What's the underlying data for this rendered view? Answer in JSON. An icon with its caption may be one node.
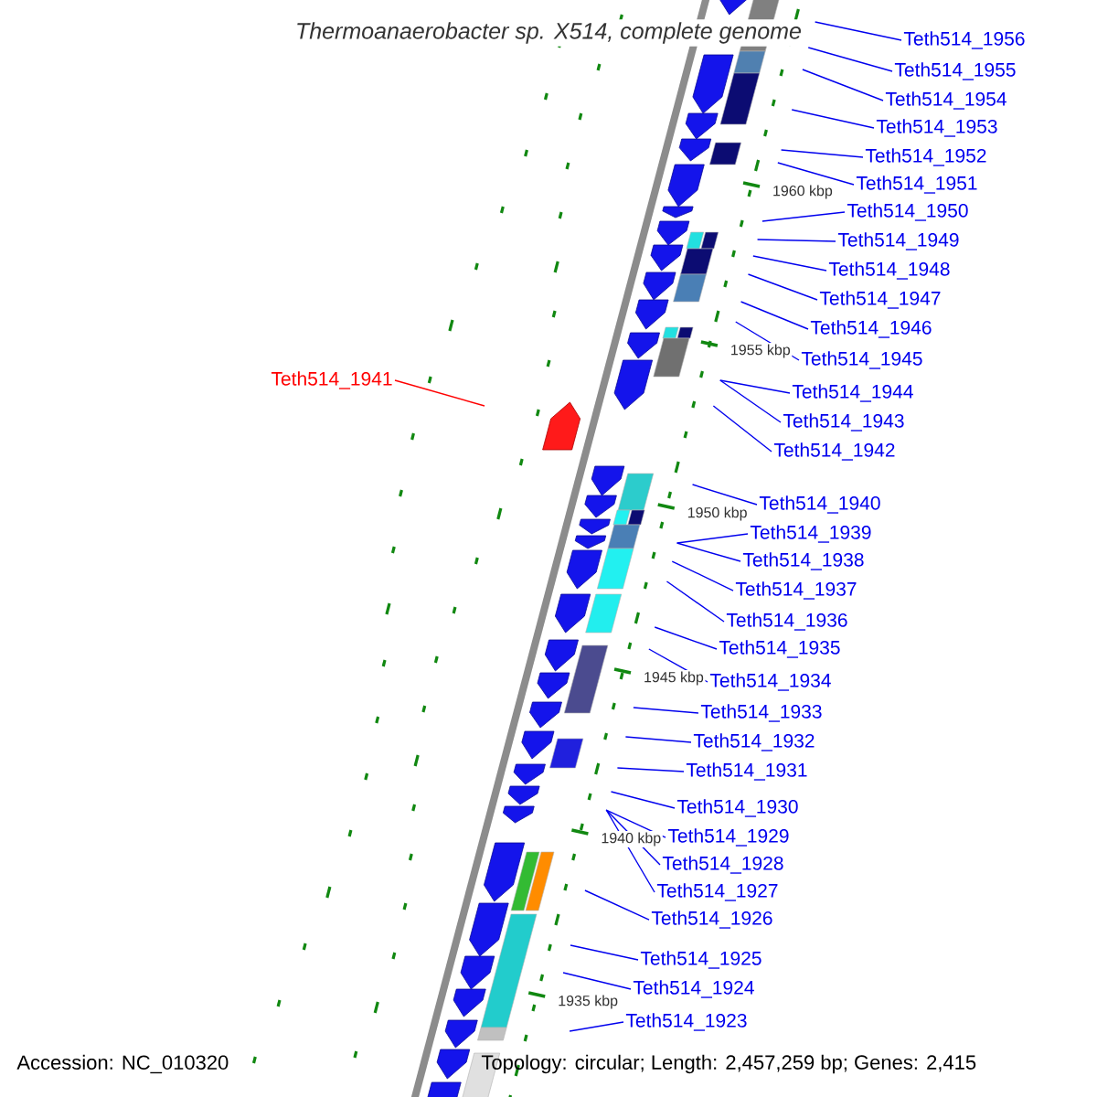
{
  "diagram": {
    "title": "Thermoanaerobacter sp. X514, complete genome",
    "nodes": [
      {
        "text": [
          "Teth514_1956"
        ]
      },
      {
        "text": [
          "Teth514_1955"
        ]
      },
      {
        "text": [
          "Teth514_1954"
        ]
      },
      {
        "text": [
          "Teth514_1953"
        ]
      },
      {
        "text": [
          "Teth514_1952"
        ]
      },
      {
        "text": [
          "Teth514_1951"
        ]
      },
      {
        "text": [
          "Teth514_1950"
        ]
      },
      {
        "text": [
          "Teth514_1949"
        ]
      },
      {
        "text": [
          "Teth514_1948"
        ]
      },
      {
        "text": [
          "Teth514_1947"
        ]
      },
      {
        "text": [
          "Teth514_1946"
        ]
      },
      {
        "text": [
          "Teth514_1945"
        ]
      },
      {
        "text": [
          "Teth514_1941"
        ]
      },
      {
        "text": [
          "Teth514_1944"
        ]
      },
      {
        "text": [
          "Teth514_1943"
        ]
      },
      {
        "text": [
          "Teth514_1942"
        ]
      },
      {
        "text": [
          "Teth514_1940"
        ]
      },
      {
        "text": [
          "Teth514_1939"
        ]
      },
      {
        "text": [
          "Teth514_1938"
        ]
      },
      {
        "text": [
          "Teth514_1937"
        ]
      },
      {
        "text": [
          "Teth514_1936"
        ]
      },
      {
        "text": [
          "Teth514_1935"
        ]
      },
      {
        "text": [
          "Teth514_1934"
        ]
      },
      {
        "text": [
          "Teth514_1933"
        ]
      },
      {
        "text": [
          "Teth514_1932"
        ]
      },
      {
        "text": [
          "Teth514_1931"
        ]
      },
      {
        "text": [
          "Teth514_1930"
        ]
      },
      {
        "text": [
          "Teth514_1929"
        ]
      },
      {
        "text": [
          "Teth514_1928"
        ]
      },
      {
        "text": [
          "Teth514_1927"
        ]
      },
      {
        "text": [
          "Teth514_1926"
        ]
      },
      {
        "text": [
          "Teth514_1925"
        ]
      },
      {
        "text": [
          "Teth514_1924"
        ]
      },
      {
        "text": [
          "Teth514_1923"
        ]
      }
    ],
    "edges": [
      {
        "from": 0,
        "to": null,
        "arrow": "none"
      },
      {
        "from": 1,
        "to": null,
        "arrow": "none"
      },
      {
        "from": 2,
        "to": null,
        "arrow": "none"
      },
      {
        "from": 3,
        "to": null,
        "arrow": "none"
      },
      {
        "from": 4,
        "to": null,
        "arrow": "none"
      },
      {
        "from": 5,
        "to": null,
        "arrow": "none"
      },
      {
        "from": 6,
        "to": null,
        "arrow": "none"
      },
      {
        "from": 7,
        "to": null,
        "arrow": "none"
      },
      {
        "from": 8,
        "to": null,
        "arrow": "none"
      },
      {
        "from": 9,
        "to": null,
        "arrow": "none"
      },
      {
        "from": 10,
        "to": null,
        "arrow": "none"
      },
      {
        "from": 11,
        "to": null,
        "arrow": "none"
      },
      {
        "from": 12,
        "to": null,
        "arrow": "none",
        "color": "#ff0000"
      },
      {
        "from": 13,
        "to": null,
        "arrow": "none"
      },
      {
        "from": 14,
        "to": null,
        "arrow": "none"
      },
      {
        "from": 15,
        "to": null,
        "arrow": "none"
      },
      {
        "from": 16,
        "to": null,
        "arrow": "none"
      },
      {
        "from": 17,
        "to": null,
        "arrow": "none"
      },
      {
        "from": 18,
        "to": null,
        "arrow": "none"
      },
      {
        "from": 19,
        "to": null,
        "arrow": "none"
      },
      {
        "from": 20,
        "to": null,
        "arrow": "none"
      },
      {
        "from": 21,
        "to": null,
        "arrow": "none"
      },
      {
        "from": 22,
        "to": null,
        "arrow": "none"
      },
      {
        "from": 23,
        "to": null,
        "arrow": "none"
      },
      {
        "from": 24,
        "to": null,
        "arrow": "none"
      },
      {
        "from": 25,
        "to": null,
        "arrow": "none"
      },
      {
        "from": 26,
        "to": null,
        "arrow": "none"
      },
      {
        "from": 27,
        "to": null,
        "arrow": "none"
      },
      {
        "from": 28,
        "to": null,
        "arrow": "none"
      },
      {
        "from": 29,
        "to": null,
        "arrow": "none"
      },
      {
        "from": 30,
        "to": null,
        "arrow": "none"
      },
      {
        "from": 31,
        "to": null,
        "arrow": "none"
      },
      {
        "from": 32,
        "to": null,
        "arrow": "none"
      },
      {
        "from": 33,
        "to": null,
        "arrow": "none"
      }
    ],
    "labels": [
      "1960 kbp",
      "1955 kbp",
      "1950 kbp",
      "1945 kbp",
      "1940 kbp",
      "1935 kbp",
      "Accession: NC_010320",
      "Topology: circular; Length: 2,457,259 bp; Genes: 2,415"
    ]
  }
}
